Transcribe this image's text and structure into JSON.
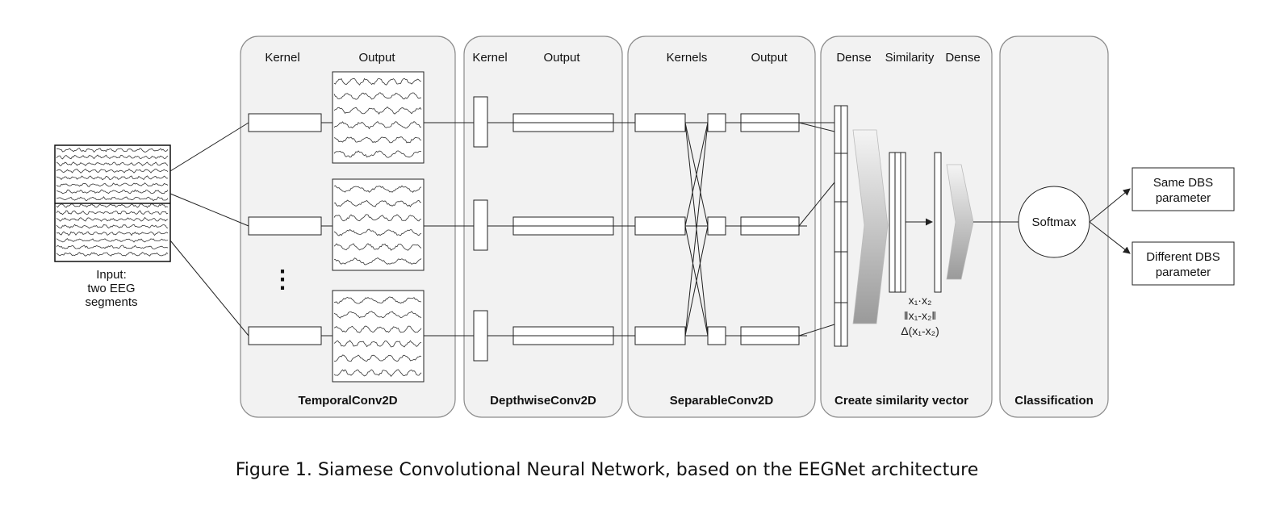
{
  "input": {
    "label_line1": "Input:",
    "label_line2": "two EEG",
    "label_line3": "segments",
    "ellipsis": "⋮"
  },
  "panels": [
    {
      "title": "TemporalConv2D",
      "headers": [
        "Kernel",
        "Output"
      ]
    },
    {
      "title": "DepthwiseConv2D",
      "headers": [
        "Kernel",
        "Output"
      ]
    },
    {
      "title": "SeparableConv2D",
      "headers": [
        "Kernels",
        "Output"
      ]
    },
    {
      "title": "Create similarity vector",
      "headers": [
        "Dense",
        "Similarity",
        "Dense"
      ]
    },
    {
      "title": "Classification",
      "headers": []
    }
  ],
  "similarity_ops": [
    "x₁·x₂",
    "‖x₁-x₂‖",
    "Δ(x₁-x₂)"
  ],
  "softmax": "Softmax",
  "outputs": [
    {
      "line1": "Same DBS",
      "line2": "parameter"
    },
    {
      "line1": "Different DBS",
      "line2": "parameter"
    }
  ],
  "caption": "Figure 1. Siamese Convolutional Neural Network, based on the EEGNet architecture",
  "colors": {
    "panel_fill": "#f2f2f2",
    "panel_stroke": "#8a8a8a",
    "line": "#222222"
  }
}
